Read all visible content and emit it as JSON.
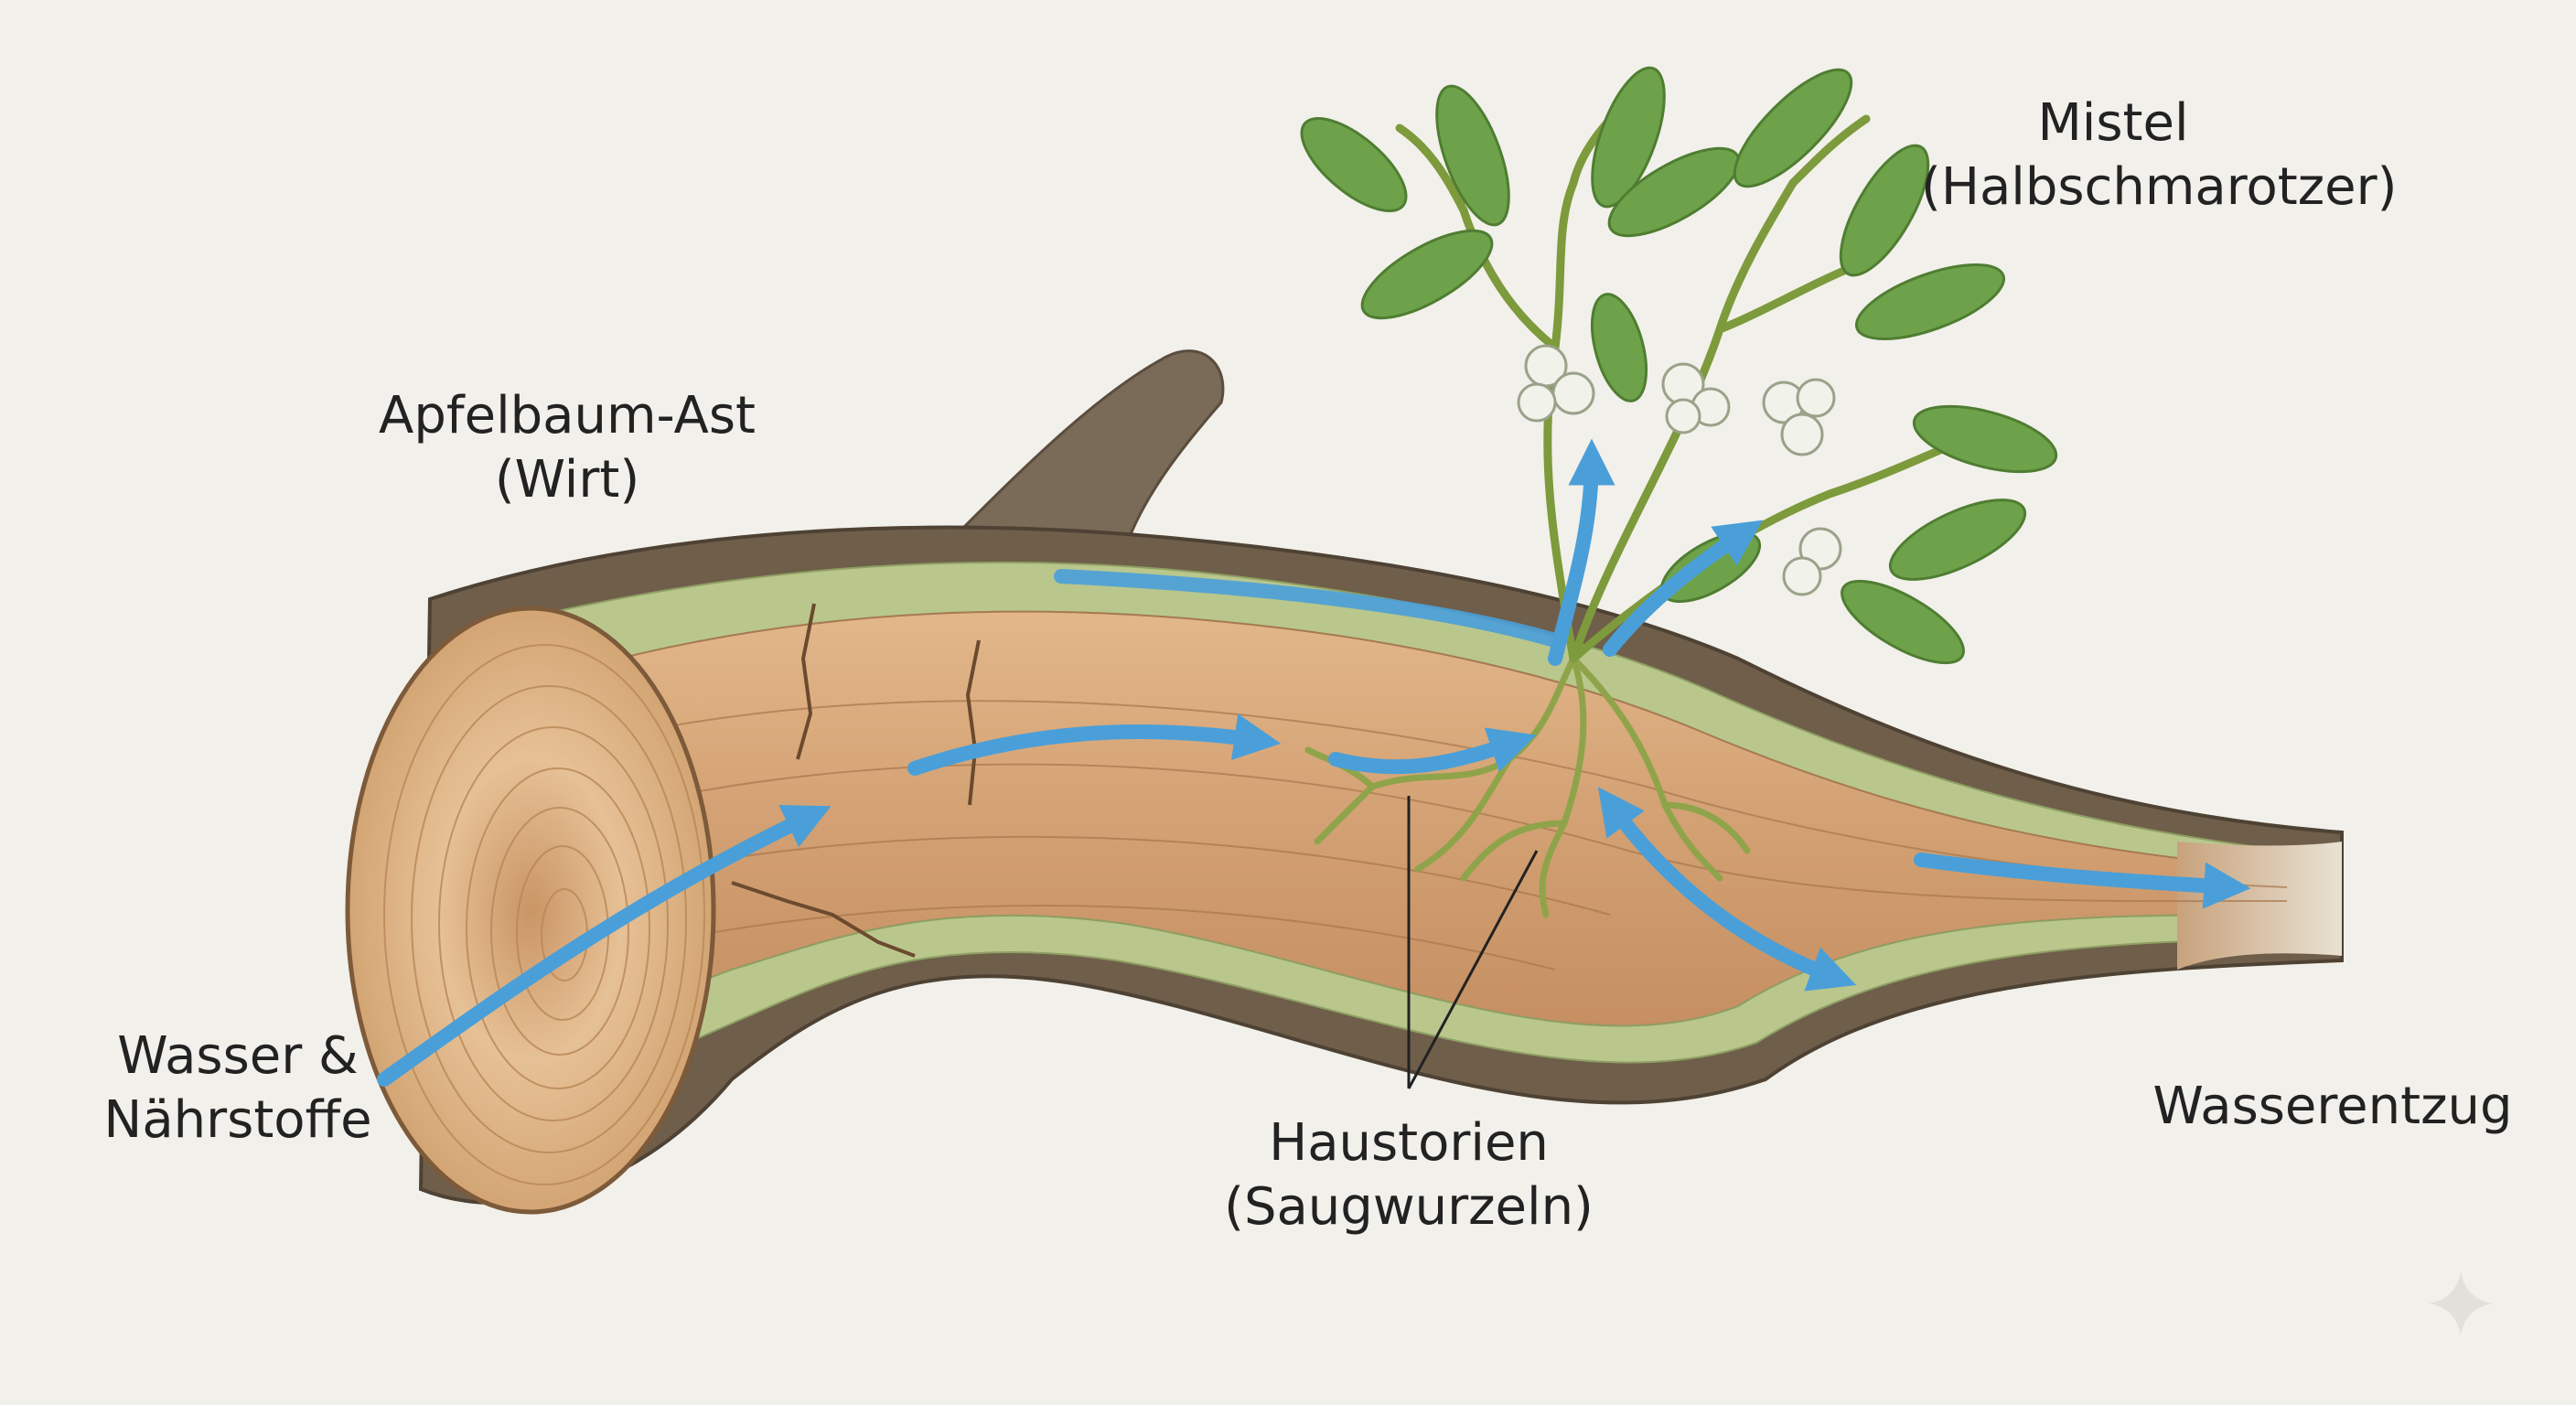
{
  "labels": {
    "mistletoe": {
      "line1": "Mistel",
      "line2": "(Halbschmarotzer)"
    },
    "host": {
      "line1": "Apfelbaum-Ast",
      "line2": "(Wirt)"
    },
    "water": {
      "line1": "Wasser &",
      "line2": "Nährstoffe"
    },
    "haustoria": {
      "line1": "Haustorien",
      "line2": "(Saugwurzeln)"
    },
    "extraction": {
      "line1": "Wasserentzug"
    }
  },
  "colors": {
    "background": "#f2f0ea",
    "bark": "#6f5e4a",
    "wood": "#d6a77a",
    "rings": "#e6c196",
    "cambium": "#b9c78d",
    "leaf": "#6ea24a",
    "stem": "#7d9a3c",
    "berry": "#f1f2ea",
    "flow_arrow": "#4a9fd9"
  }
}
